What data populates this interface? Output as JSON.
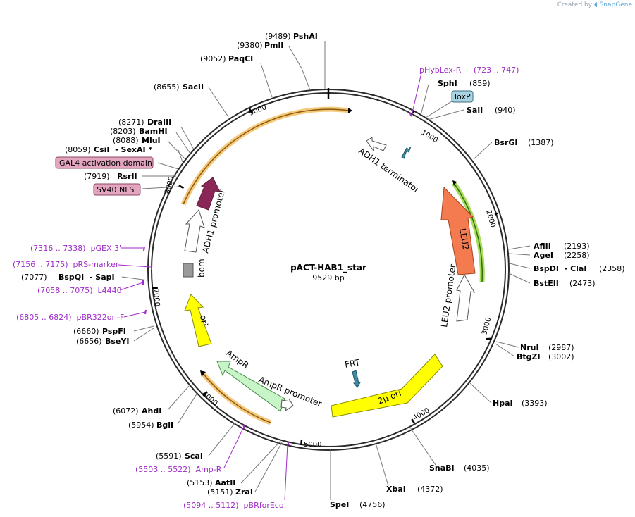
{
  "credit": {
    "prefix": "Created by",
    "brand": "SnapGene"
  },
  "plasmid": {
    "name": "pACT-HAB1_star",
    "length": "9529 bp"
  },
  "ticks": [
    "1000",
    "2000",
    "3000",
    "4000",
    "5000",
    "6000",
    "7000",
    "8000",
    "9000"
  ],
  "sites": [
    {
      "name": "PshAI",
      "pos": "(9489)"
    },
    {
      "name": "PmlI",
      "pos": "(9380)"
    },
    {
      "name": "PaqCI",
      "pos": "(9052)"
    },
    {
      "name": "SacII",
      "pos": "(8655)"
    },
    {
      "name": "DraIII",
      "pos": "(8271)"
    },
    {
      "name": "BamHI",
      "pos": "(8203)"
    },
    {
      "name": "MluI",
      "pos": "(8088)"
    },
    {
      "name": "CsiI  - SexAI *",
      "pos": "(8059)"
    },
    {
      "name": "RsrII",
      "pos": "(7919)"
    },
    {
      "name": "BspQI  - SapI",
      "pos": "(7077)"
    },
    {
      "name": "PspFI",
      "pos": "(6660)"
    },
    {
      "name": "BseYI",
      "pos": "(6656)"
    },
    {
      "name": "AhdI",
      "pos": "(6072)"
    },
    {
      "name": "BglI",
      "pos": "(5954)"
    },
    {
      "name": "ScaI",
      "pos": "(5591)"
    },
    {
      "name": "AatII",
      "pos": "(5153)"
    },
    {
      "name": "ZraI",
      "pos": "(5151)"
    },
    {
      "name": "SphI",
      "pos": "(859)"
    },
    {
      "name": "SalI",
      "pos": "(940)"
    },
    {
      "name": "BsrGI",
      "pos": "(1387)"
    },
    {
      "name": "AflII",
      "pos": "(2193)"
    },
    {
      "name": "AgeI",
      "pos": "(2258)"
    },
    {
      "name": "BspDI  - ClaI",
      "pos": "(2358)"
    },
    {
      "name": "BstEII",
      "pos": "(2473)"
    },
    {
      "name": "NruI",
      "pos": "(2987)"
    },
    {
      "name": "BtgZI",
      "pos": "(3002)"
    },
    {
      "name": "HpaI",
      "pos": "(3393)"
    },
    {
      "name": "SnaBI",
      "pos": "(4035)"
    },
    {
      "name": "XbaI",
      "pos": "(4372)"
    },
    {
      "name": "SpeI",
      "pos": "(4756)"
    }
  ],
  "primers": [
    {
      "text": "pHybLex-R     (723 .. 747)"
    },
    {
      "text": "(7316 .. 7338)  pGEX 3'"
    },
    {
      "text": "(7156 .. 7175)  pRS-marker"
    },
    {
      "text": "(7058 .. 7075)  L4440"
    },
    {
      "text": "(6805 .. 6824)  pBR322ori-F"
    },
    {
      "text": "(5503 .. 5522)  Amp-R"
    },
    {
      "text": "(5094 .. 5112)  pBRforEco"
    }
  ],
  "boxed_features": [
    {
      "text": "loxP",
      "color": "#a9d3e0"
    },
    {
      "text": "GAL4 activation domain",
      "color": "#e4a6bf"
    },
    {
      "text": "SV40 NLS",
      "color": "#e4a6bf"
    }
  ],
  "features": {
    "adh1_terminator": "ADH1 terminator",
    "leu2": "LEU2",
    "leu2_promoter": "LEU2 promoter",
    "frt": "FRT",
    "two_micron": "2μ ori",
    "ampr_promoter": "AmpR promoter",
    "ampr": "AmpR",
    "ori": "ori",
    "bom": "bom",
    "adh1_promoter": "ADH1 promoter"
  },
  "colors": {
    "backbone": "#2b2b2b",
    "leu2": "#f47b4f",
    "two_micron": "#ffff00",
    "ori": "#ffff00",
    "ampr": "#c8f5c8",
    "gal4": "#8b2757",
    "frt": "#3e8ba3",
    "orf_highlight_orange": "#f5c87a",
    "orf_highlight_green": "#a8dc5a",
    "primer": "#a02bc8",
    "bom": "#9a9a9a"
  }
}
